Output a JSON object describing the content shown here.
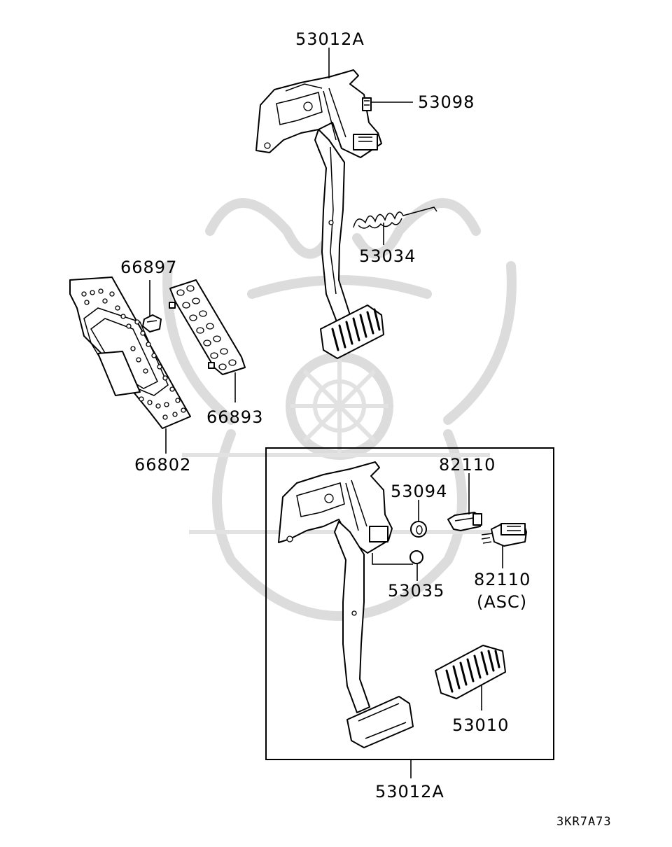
{
  "diagram": {
    "callouts": {
      "top_pedal_assembly": "53012A",
      "bolt": "53098",
      "return_spring": "53034",
      "clip": "66897",
      "accel_pad": "66893",
      "accel_pedal": "66802",
      "stopper": "53094",
      "stop_switch": "82110",
      "cushion": "53035",
      "stop_switch_asc": "82110",
      "asc_note": "(ASC)",
      "pedal_pad": "53010",
      "boxed_pedal_assembly": "53012A"
    },
    "figure_code": "3KR7A73"
  },
  "colors": {
    "line": "#000000",
    "background": "#ffffff",
    "watermark": "#dcdcdc"
  }
}
